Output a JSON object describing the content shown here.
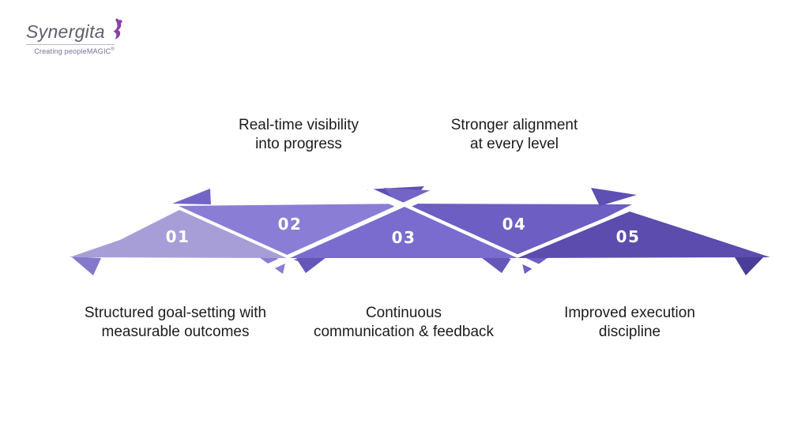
{
  "logo": {
    "brand": "Synergita",
    "tagline": "Creating peopleMAGIC",
    "mark": "®",
    "brand_color": "#615d6e",
    "swirl_color": "#8a3fa8"
  },
  "labels": {
    "top": [
      {
        "text": "Real-time visibility\ninto progress"
      },
      {
        "text": "Stronger alignment\nat every level"
      }
    ],
    "bottom": [
      {
        "text": "Structured goal-setting with\nmeasurable outcomes"
      },
      {
        "text": "Continuous\ncommunication & feedback"
      },
      {
        "text": "Improved execution\ndiscipline"
      }
    ]
  },
  "diagram": {
    "type": "zigzag-arrow-process",
    "steps": [
      {
        "number": "01",
        "body": "#a79ed8",
        "shade": "#8478cb"
      },
      {
        "number": "02",
        "body": "#8a7dd5",
        "shade": "#7365c5"
      },
      {
        "number": "03",
        "body": "#7a6cce",
        "shade": "#6557b8"
      },
      {
        "number": "04",
        "body": "#6c5ec2",
        "shade": "#5d4fb3"
      },
      {
        "number": "05",
        "body": "#5b4cae",
        "shade": "#4a3d98"
      }
    ],
    "gap_color": "#ffffff",
    "number_color": "#ffffff"
  }
}
